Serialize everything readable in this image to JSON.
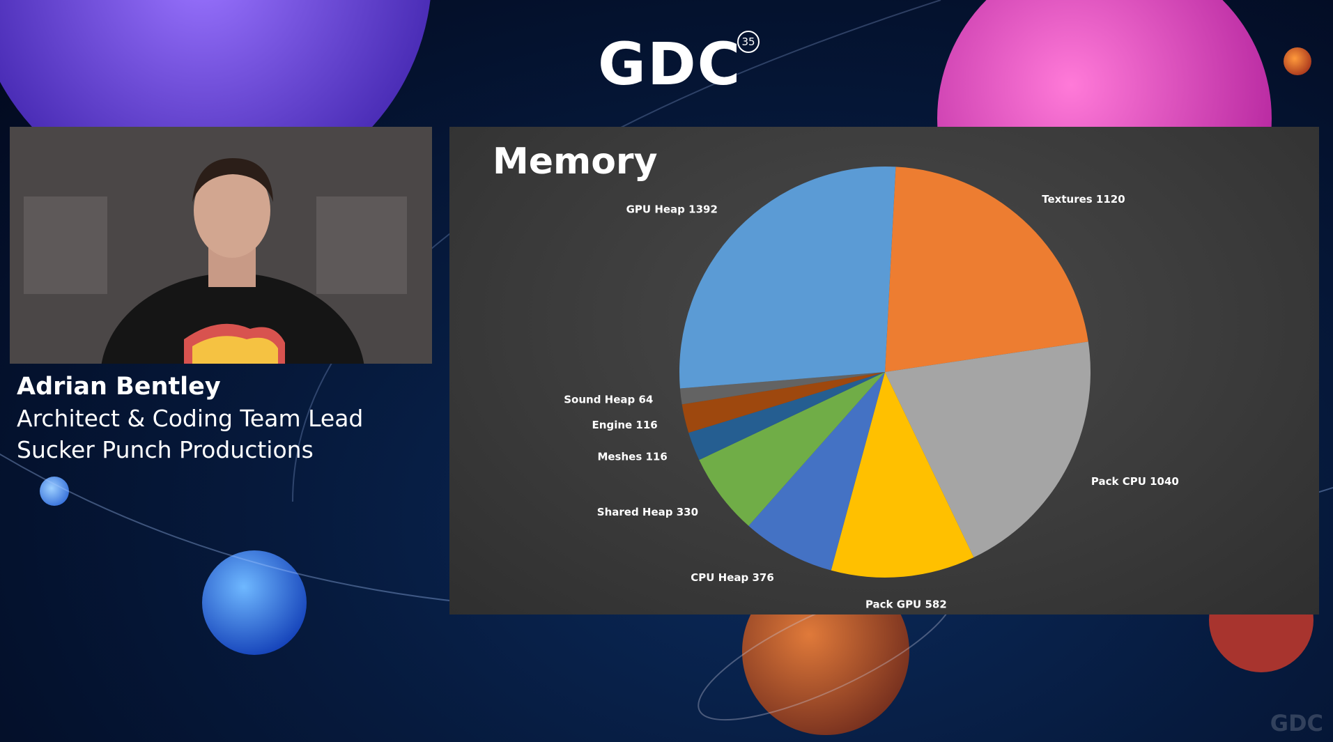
{
  "header": {
    "logo_text": "GDC",
    "logo_badge": "35"
  },
  "speaker": {
    "name": "Adrian Bentley",
    "role": "Architect & Coding Team Lead",
    "company": "Sucker Punch Productions"
  },
  "watermark": "GDC",
  "colors": {
    "slide_bg": "#3d3d3d",
    "blue": "#5b9bd5",
    "orange": "#ed7d31",
    "gray": "#a5a5a5",
    "gold": "#ffc000",
    "dark_blue": "#4472c4",
    "green": "#70ad47",
    "navy": "#255e91",
    "dark_orange": "#9e480e",
    "dim_gray": "#636363"
  },
  "chart_data": {
    "type": "pie",
    "title": "Memory",
    "slices": [
      {
        "name": "Textures",
        "value": 1120,
        "label": "Textures 1120",
        "color": "#ed7d31"
      },
      {
        "name": "Pack CPU",
        "value": 1040,
        "label": "Pack CPU 1040",
        "color": "#a5a5a5"
      },
      {
        "name": "Pack GPU",
        "value": 582,
        "label": "Pack GPU 582",
        "color": "#ffc000"
      },
      {
        "name": "CPU Heap",
        "value": 376,
        "label": "CPU Heap 376",
        "color": "#4472c4"
      },
      {
        "name": "Shared Heap",
        "value": 330,
        "label": "Shared Heap 330",
        "color": "#70ad47"
      },
      {
        "name": "Meshes",
        "value": 116,
        "label": "Meshes 116",
        "color": "#255e91"
      },
      {
        "name": "Engine",
        "value": 116,
        "label": "Engine 116",
        "color": "#9e480e"
      },
      {
        "name": "Sound Heap",
        "value": 64,
        "label": "Sound Heap 64",
        "color": "#636363"
      },
      {
        "name": "GPU Heap",
        "value": 1392,
        "label": "GPU Heap 1392",
        "color": "#5b9bd5"
      }
    ]
  }
}
